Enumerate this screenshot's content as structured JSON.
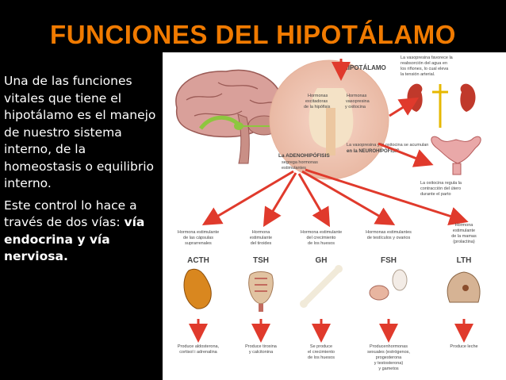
{
  "title": "FUNCIONES DEL HIPOTÁLAMO",
  "intro": {
    "p1": "Una de las funciones vitales que tiene el hipotálamo es el manejo de nuestro sistema interno, de la homeostasis o equilibrio interno.",
    "p2_start": "Este control lo hace a través de dos vías: ",
    "p2_bold": "vía endocrina y vía nerviosa."
  },
  "diagram": {
    "hipotalamo": "HIPOTÁLAMO",
    "hormonas_excitadoras": [
      "Hormonas",
      "excitadoras",
      "de la hipófisis"
    ],
    "hormonas_vasopresina": [
      "Hormonas",
      "vasopresina",
      "y oxitocina"
    ],
    "vasopresina_acumulan": [
      "La vasopresina y la oxitocina se acumulan",
      "en la NEUROHIPÓFISIS"
    ],
    "adenohipofisis": [
      "La ADENOHIPÓFISIS",
      "segrega hormonas",
      "estimulantes"
    ],
    "vasopresina_favorece": [
      "La vasopresina favorece la",
      "reabsorción del agua en",
      "los riñones, lo cual eleva",
      "la tensión arterial."
    ],
    "oxitocina_regula": [
      "La oxitocina regula la",
      "contracción del útero",
      "durante el parto"
    ],
    "hormones": [
      {
        "desc": [
          "Hormona estimulante",
          "de las cápsulas",
          "suprarrenales"
        ],
        "code": "ACTH",
        "effect": [
          "Produce aldosterona,",
          "cortisol i adrenalina"
        ]
      },
      {
        "desc": [
          "Hormona",
          "estimulante",
          "del tiroides"
        ],
        "code": "TSH",
        "effect": [
          "Produce tiroxina",
          "y calcitonina"
        ]
      },
      {
        "desc": [
          "Hormona estimulante",
          "del crecimiento",
          "de los huesos"
        ],
        "code": "GH",
        "effect": [
          "Se produce",
          "el crecimiento",
          "de los huesos"
        ]
      },
      {
        "desc": [
          "Hormonas estimulantes",
          "de testículos y ovarios"
        ],
        "code": "FSH",
        "effect": [
          "Producenhormonas",
          "sexuales (estrógenos,",
          "progesterona",
          "y testosterona)",
          "y gametos"
        ]
      },
      {
        "desc": [
          "Hormona",
          "estimulante",
          "de la mamas",
          "(prolactina)"
        ],
        "code": "LTH",
        "effect": [
          "Produce leche"
        ]
      }
    ]
  }
}
